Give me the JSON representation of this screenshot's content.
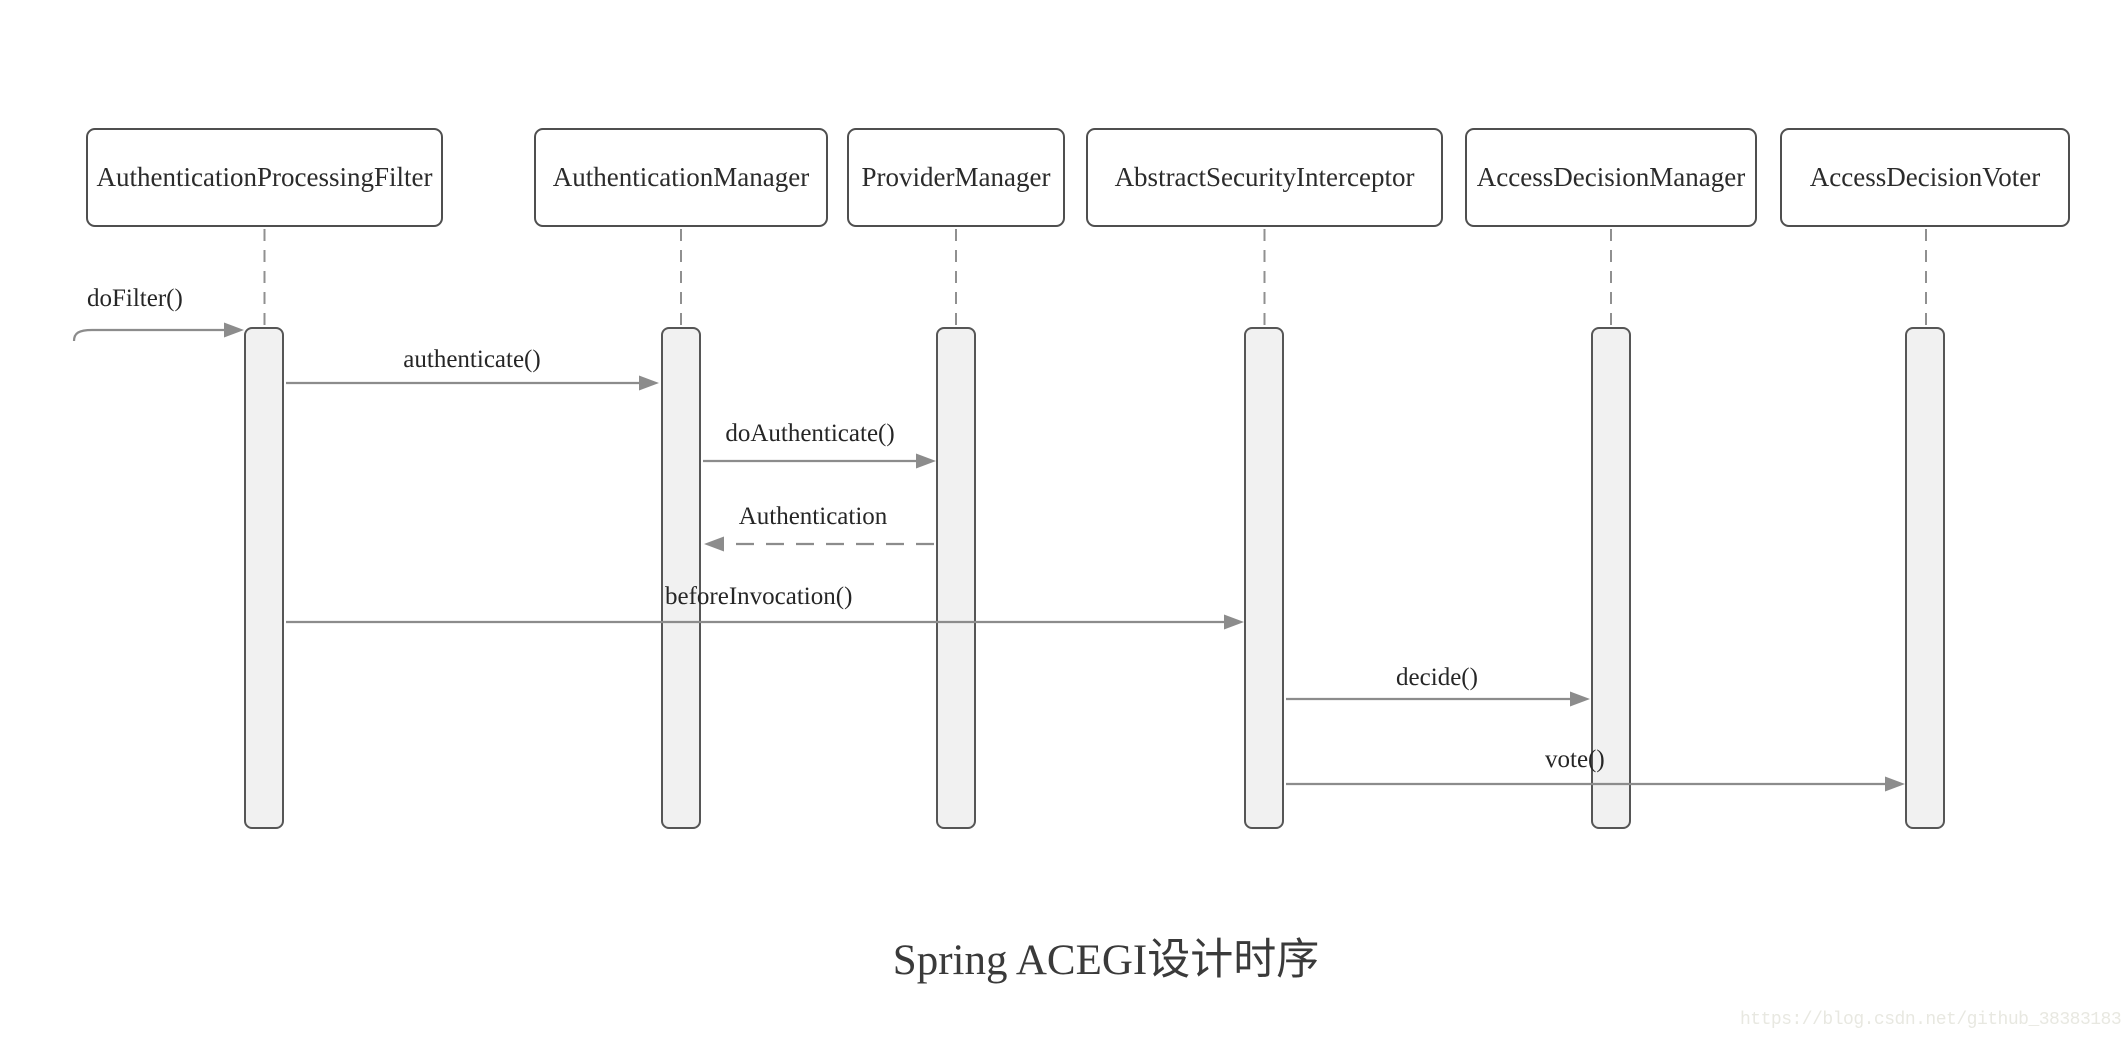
{
  "diagram": {
    "type": "uml-sequence",
    "title": "Spring ACEGI设计时序",
    "watermark": "https://blog.csdn.net/github_38383183",
    "colors": {
      "box_border": "#4f4f4f",
      "box_fill": "#ffffff",
      "activation_fill": "#f1f1f1",
      "activation_border": "#565656",
      "arrow": "#8c8c8c",
      "lifeline": "#909090",
      "text": "#262626",
      "title_text": "#3a3a3a",
      "watermark_text": "#e8e8e1"
    },
    "actors": [
      {
        "label": "AuthenticationProcessingFilter"
      },
      {
        "label": "AuthenticationManager"
      },
      {
        "label": "ProviderManager"
      },
      {
        "label": "AbstractSecurityInterceptor"
      },
      {
        "label": "AccessDecisionManager"
      },
      {
        "label": "AccessDecisionVoter"
      }
    ],
    "messages": [
      {
        "label": "doFilter()",
        "from": "(found)",
        "to": "AuthenticationProcessingFilter",
        "style": "solid"
      },
      {
        "label": "authenticate()",
        "from": "AuthenticationProcessingFilter",
        "to": "AuthenticationManager",
        "style": "solid"
      },
      {
        "label": "doAuthenticate()",
        "from": "AuthenticationManager",
        "to": "ProviderManager",
        "style": "solid"
      },
      {
        "label": "Authentication",
        "from": "ProviderManager",
        "to": "AuthenticationManager",
        "style": "dashed-return"
      },
      {
        "label": "beforeInvocation()",
        "from": "AuthenticationProcessingFilter",
        "to": "AbstractSecurityInterceptor",
        "style": "solid"
      },
      {
        "label": "decide()",
        "from": "AbstractSecurityInterceptor",
        "to": "AccessDecisionManager",
        "style": "solid"
      },
      {
        "label": "vote()",
        "from": "AbstractSecurityInterceptor",
        "to": "AccessDecisionVoter",
        "style": "solid"
      }
    ]
  }
}
